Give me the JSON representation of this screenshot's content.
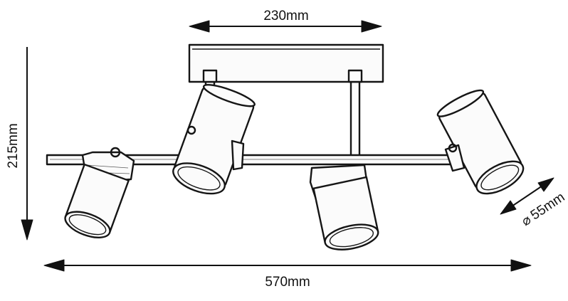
{
  "dimensions": {
    "plate_width": "230mm",
    "total_height": "215mm",
    "total_width": "570mm",
    "spot_diameter_symbol": "⌀",
    "spot_diameter": "55mm"
  }
}
